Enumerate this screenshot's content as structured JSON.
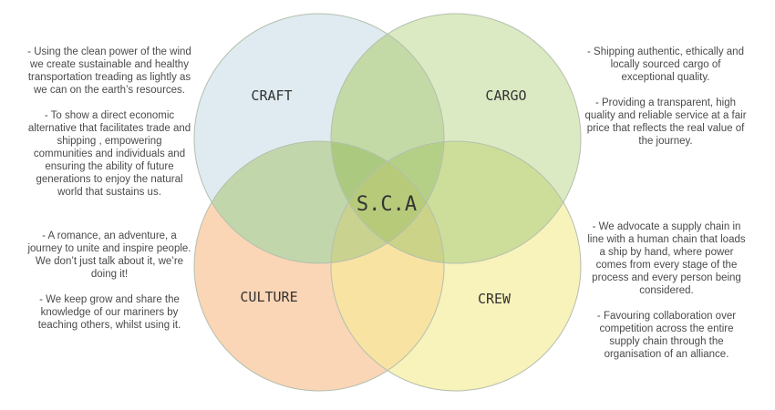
{
  "venn": {
    "center_label": "S.C.A",
    "circles": [
      {
        "key": "craft",
        "label": "CRAFT",
        "fill": "#dbe9ee",
        "stroke": "#a9b8b0"
      },
      {
        "key": "cargo",
        "label": "CARGO",
        "fill": "#c9dea3",
        "stroke": "#a9b8a0"
      },
      {
        "key": "culture",
        "label": "CULTURE",
        "fill": "#f8c597",
        "stroke": "#c8b8a0"
      },
      {
        "key": "crew",
        "label": "CREW",
        "fill": "#f6efaa",
        "stroke": "#c0bba0"
      }
    ],
    "overlap_color": "#a9c97a"
  },
  "texts": {
    "craft": [
      "- Using the clean power of the wind we create sustainable and healthy transportation treading as lightly as we can on the earth’s resources.",
      "- To show a direct economic alternative that facilitates trade and shipping , empowering communities and individuals and ensuring the ability of future generations to enjoy the natural world that sustains us."
    ],
    "cargo": [
      "- Shipping authentic, ethically and locally sourced cargo of exceptional quality.",
      "- Providing a transparent, high quality and reliable service at a fair price that reflects the real value of the journey."
    ],
    "culture": [
      "- A romance, an adventure, a journey to unite and inspire people. We don’t just talk about it, we’re doing it!",
      "- We keep grow and share the knowledge of our mariners by teaching others, whilst using it."
    ],
    "crew": [
      "- We advocate a supply chain in line with a human chain that loads a ship by hand, where power comes from every stage of the process and every person being considered.",
      "- Favouring collaboration over competition across the entire supply chain through the organisation of an alliance."
    ]
  }
}
